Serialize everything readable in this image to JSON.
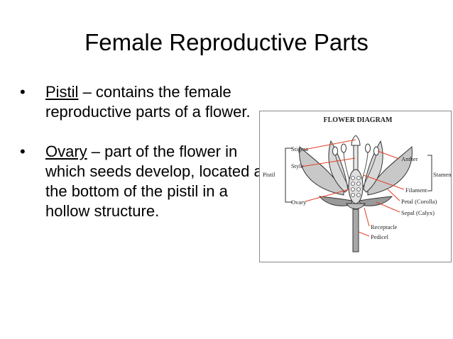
{
  "slide": {
    "title": "Female Reproductive Parts",
    "bullets": [
      {
        "term": "Pistil",
        "text": " – contains the female reproductive parts of a flower."
      },
      {
        "term": "Ovary",
        "text": " – part of the flower in which seeds develop, located at the bottom of the pistil in a hollow structure."
      }
    ]
  },
  "diagram": {
    "title": "FLOWER DIAGRAM",
    "labels": {
      "stigma": "Stigma",
      "style": "Style",
      "pistil": "Pistil",
      "ovary": "Ovary",
      "anther": "Anther",
      "stamen": "Stamen",
      "filament": "Filament",
      "petal": "Petal (Corolla)",
      "sepal": "Sepal (Calyx)",
      "receptacle": "Receptacle",
      "pedicel": "Pedicel"
    },
    "colors": {
      "leader_line": "#e0402a",
      "petal_fill": "#c8c8c8",
      "outline": "#333333"
    }
  }
}
